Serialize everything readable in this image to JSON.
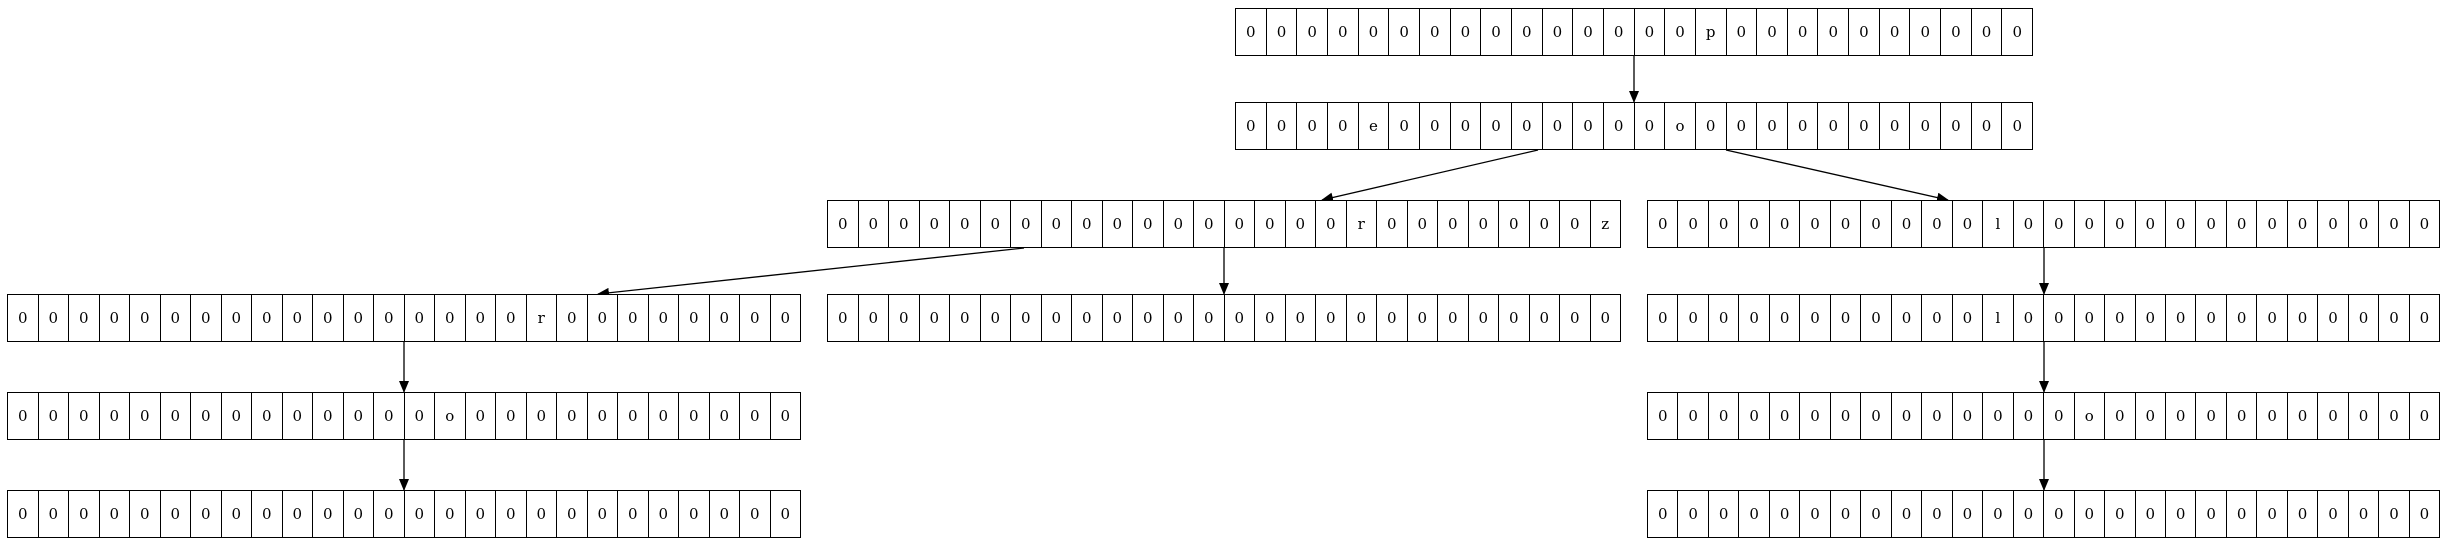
{
  "diagram": {
    "stroke_color": "#000000",
    "background_color": "#ffffff",
    "nodes": [
      {
        "id": "n0",
        "cells": [
          "0",
          "0",
          "0",
          "0",
          "0",
          "0",
          "0",
          "0",
          "0",
          "0",
          "0",
          "0",
          "0",
          "0",
          "0",
          "p",
          "0",
          "0",
          "0",
          "0",
          "0",
          "0",
          "0",
          "0",
          "0",
          "0"
        ]
      },
      {
        "id": "n1",
        "cells": [
          "0",
          "0",
          "0",
          "0",
          "e",
          "0",
          "0",
          "0",
          "0",
          "0",
          "0",
          "0",
          "0",
          "0",
          "o",
          "0",
          "0",
          "0",
          "0",
          "0",
          "0",
          "0",
          "0",
          "0",
          "0",
          "0"
        ]
      },
      {
        "id": "n2",
        "cells": [
          "0",
          "0",
          "0",
          "0",
          "0",
          "0",
          "0",
          "0",
          "0",
          "0",
          "0",
          "0",
          "0",
          "0",
          "0",
          "0",
          "0",
          "r",
          "0",
          "0",
          "0",
          "0",
          "0",
          "0",
          "0",
          "z"
        ]
      },
      {
        "id": "n3",
        "cells": [
          "0",
          "0",
          "0",
          "0",
          "0",
          "0",
          "0",
          "0",
          "0",
          "0",
          "0",
          "l",
          "0",
          "0",
          "0",
          "0",
          "0",
          "0",
          "0",
          "0",
          "0",
          "0",
          "0",
          "0",
          "0",
          "0"
        ]
      },
      {
        "id": "n4",
        "cells": [
          "0",
          "0",
          "0",
          "0",
          "0",
          "0",
          "0",
          "0",
          "0",
          "0",
          "0",
          "0",
          "0",
          "0",
          "0",
          "0",
          "0",
          "r",
          "0",
          "0",
          "0",
          "0",
          "0",
          "0",
          "0",
          "0"
        ]
      },
      {
        "id": "n5",
        "cells": [
          "0",
          "0",
          "0",
          "0",
          "0",
          "0",
          "0",
          "0",
          "0",
          "0",
          "0",
          "0",
          "0",
          "0",
          "0",
          "0",
          "0",
          "0",
          "0",
          "0",
          "0",
          "0",
          "0",
          "0",
          "0",
          "0"
        ]
      },
      {
        "id": "n6",
        "cells": [
          "0",
          "0",
          "0",
          "0",
          "0",
          "0",
          "0",
          "0",
          "0",
          "0",
          "0",
          "l",
          "0",
          "0",
          "0",
          "0",
          "0",
          "0",
          "0",
          "0",
          "0",
          "0",
          "0",
          "0",
          "0",
          "0"
        ]
      },
      {
        "id": "n7",
        "cells": [
          "0",
          "0",
          "0",
          "0",
          "0",
          "0",
          "0",
          "0",
          "0",
          "0",
          "0",
          "0",
          "0",
          "0",
          "o",
          "0",
          "0",
          "0",
          "0",
          "0",
          "0",
          "0",
          "0",
          "0",
          "0",
          "0"
        ]
      },
      {
        "id": "n8",
        "cells": [
          "0",
          "0",
          "0",
          "0",
          "0",
          "0",
          "0",
          "0",
          "0",
          "0",
          "0",
          "0",
          "0",
          "0",
          "o",
          "0",
          "0",
          "0",
          "0",
          "0",
          "0",
          "0",
          "0",
          "0",
          "0",
          "0"
        ]
      },
      {
        "id": "n9",
        "cells": [
          "0",
          "0",
          "0",
          "0",
          "0",
          "0",
          "0",
          "0",
          "0",
          "0",
          "0",
          "0",
          "0",
          "0",
          "0",
          "0",
          "0",
          "0",
          "0",
          "0",
          "0",
          "0",
          "0",
          "0",
          "0",
          "0"
        ]
      },
      {
        "id": "n10",
        "cells": [
          "0",
          "0",
          "0",
          "0",
          "0",
          "0",
          "0",
          "0",
          "0",
          "0",
          "0",
          "0",
          "0",
          "0",
          "0",
          "0",
          "0",
          "0",
          "0",
          "0",
          "0",
          "0",
          "0",
          "0",
          "0",
          "0"
        ]
      }
    ],
    "edges": [
      {
        "from": "n0",
        "to": "n1"
      },
      {
        "from": "n1",
        "to": "n2"
      },
      {
        "from": "n1",
        "to": "n3"
      },
      {
        "from": "n2",
        "to": "n4"
      },
      {
        "from": "n2",
        "to": "n5"
      },
      {
        "from": "n3",
        "to": "n6"
      },
      {
        "from": "n4",
        "to": "n7"
      },
      {
        "from": "n6",
        "to": "n8"
      },
      {
        "from": "n7",
        "to": "n9"
      },
      {
        "from": "n8",
        "to": "n10"
      }
    ]
  }
}
